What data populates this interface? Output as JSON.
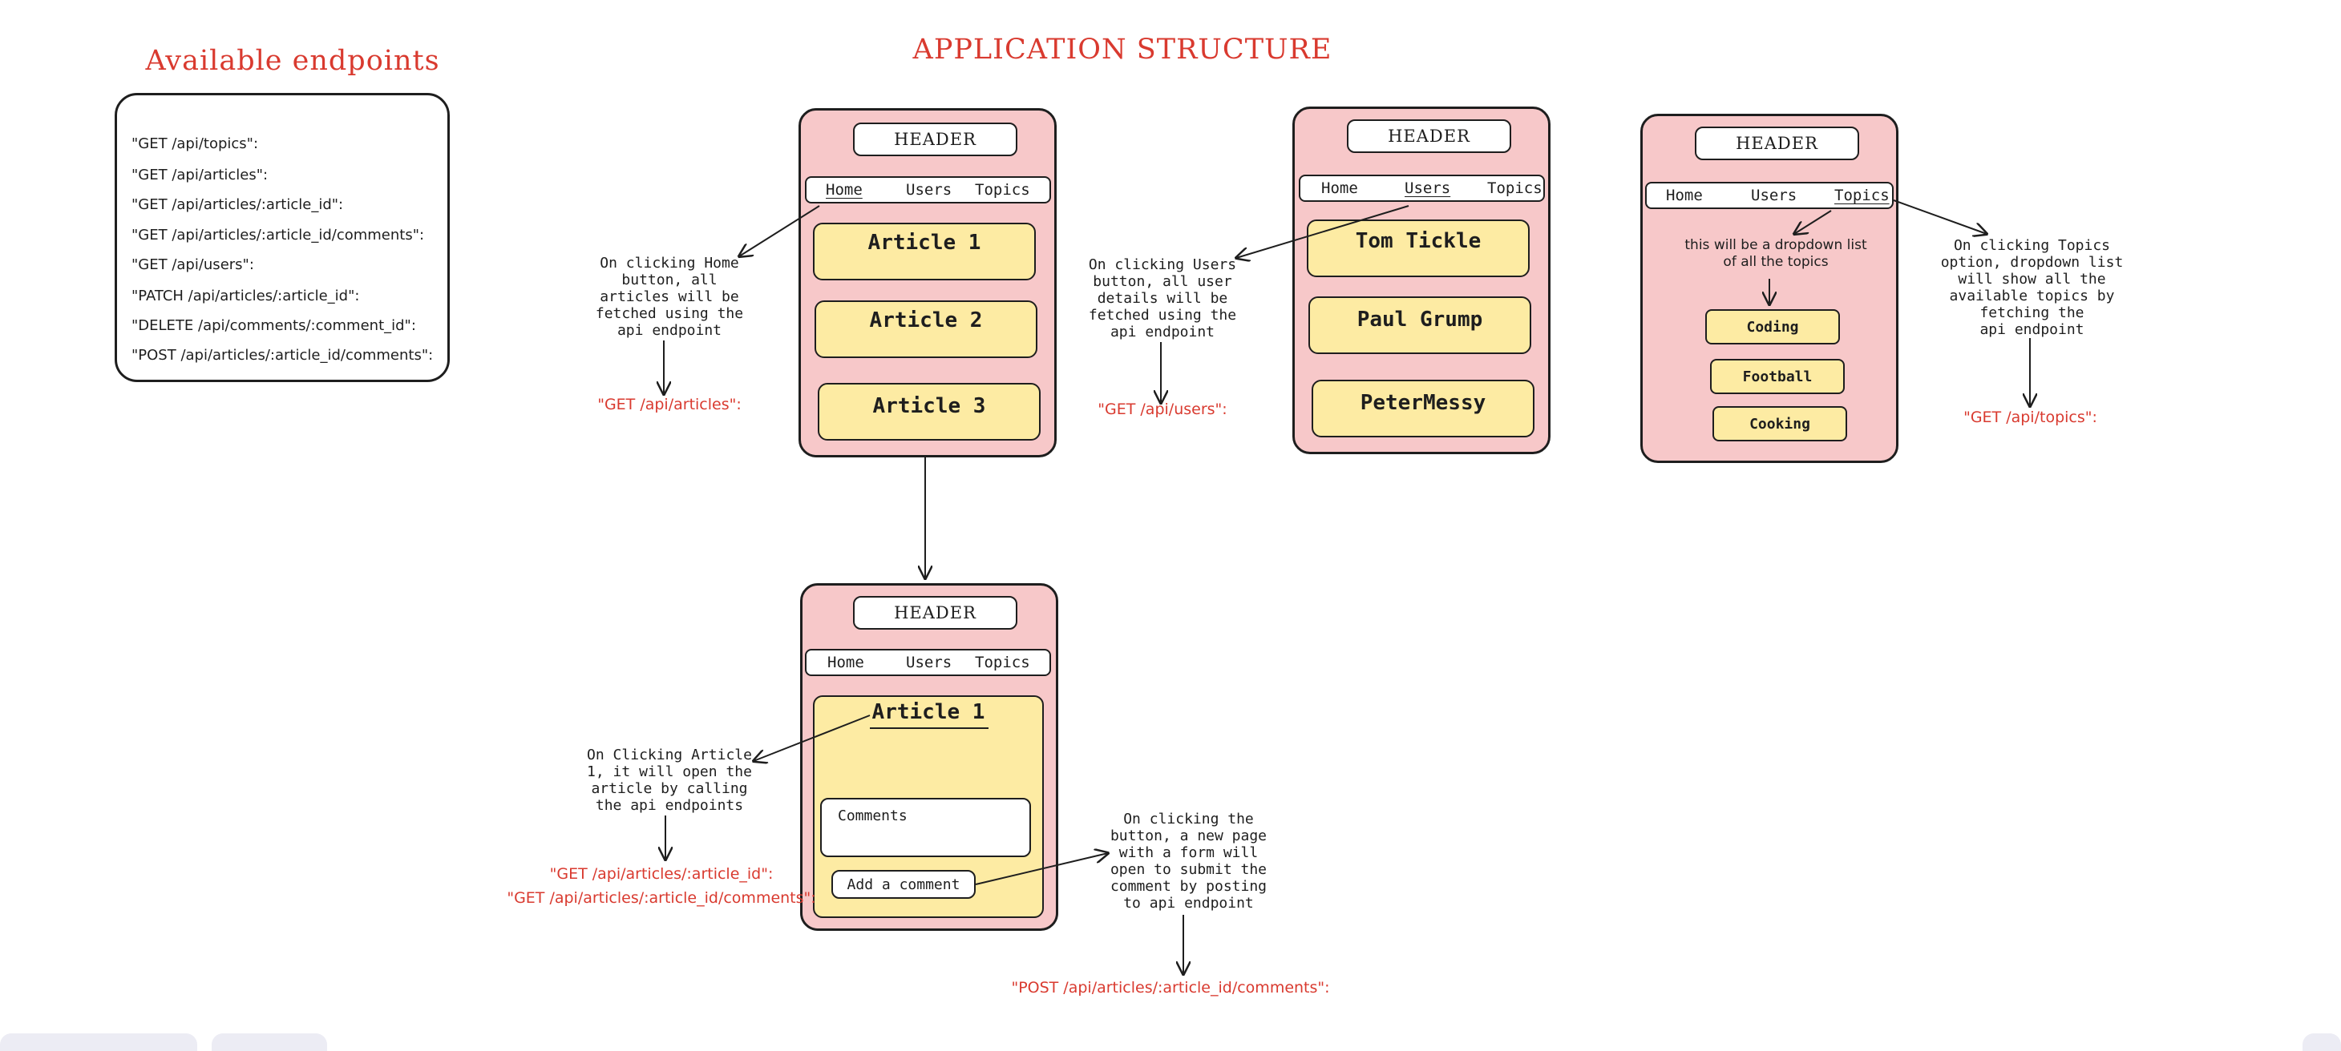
{
  "titles": {
    "endpoints": "Available endpoints",
    "structure": "APPLICATION STRUCTURE"
  },
  "endpoints_list": [
    "\"GET /api/topics\":",
    "\"GET /api/articles\":",
    "\"GET /api/articles/:article_id\":",
    "\"GET /api/articles/:article_id/comments\":",
    "\"GET /api/users\":",
    "\"PATCH /api/articles/:article_id\":",
    "\"DELETE /api/comments/:comment_id\":",
    "\"POST /api/articles/:article_id/comments\":"
  ],
  "header_label": "HEADER",
  "nav": {
    "home": "Home",
    "users": "Users",
    "topics": "Topics"
  },
  "home_screen": {
    "cards": [
      "Article 1",
      "Article 2",
      "Article 3"
    ],
    "note": "On clicking Home\nbutton, all\narticles will be\nfetched using the\napi endpoint",
    "endpoint": "\"GET /api/articles\":"
  },
  "users_screen": {
    "cards": [
      "Tom Tickle",
      "Paul Grump",
      "PeterMessy"
    ],
    "note": "On clicking Users\nbutton, all user\ndetails will be\nfetched using the\napi endpoint",
    "endpoint": "\"GET /api/users\":"
  },
  "topics_screen": {
    "dropdown_note": "this will be a dropdown list\nof all the topics",
    "cards": [
      "Coding",
      "Football",
      "Cooking"
    ],
    "note": "On clicking Topics\noption, dropdown list\nwill show all the\navailable topics by\nfetching the\napi endpoint",
    "endpoint": "\"GET /api/topics\":"
  },
  "article_screen": {
    "title": "Article 1",
    "comments_label": "Comments",
    "add_comment": "Add a comment",
    "note": "On Clicking Article\n1, it will open the\narticle by calling\nthe api endpoints",
    "endpoints": [
      "\"GET /api/articles/:article_id\":",
      "\"GET /api/articles/:article_id/comments\":"
    ],
    "button_note": "On clicking the\nbutton, a new page\nwith a form will\nopen to submit the\ncomment by posting\nto api endpoint",
    "button_endpoint": "\"POST /api/articles/:article_id/comments\":"
  },
  "colors": {
    "phone": "#f7c8c9",
    "card": "#fdeba3",
    "accent": "#d93a2f",
    "stroke": "#1e1e1e"
  }
}
